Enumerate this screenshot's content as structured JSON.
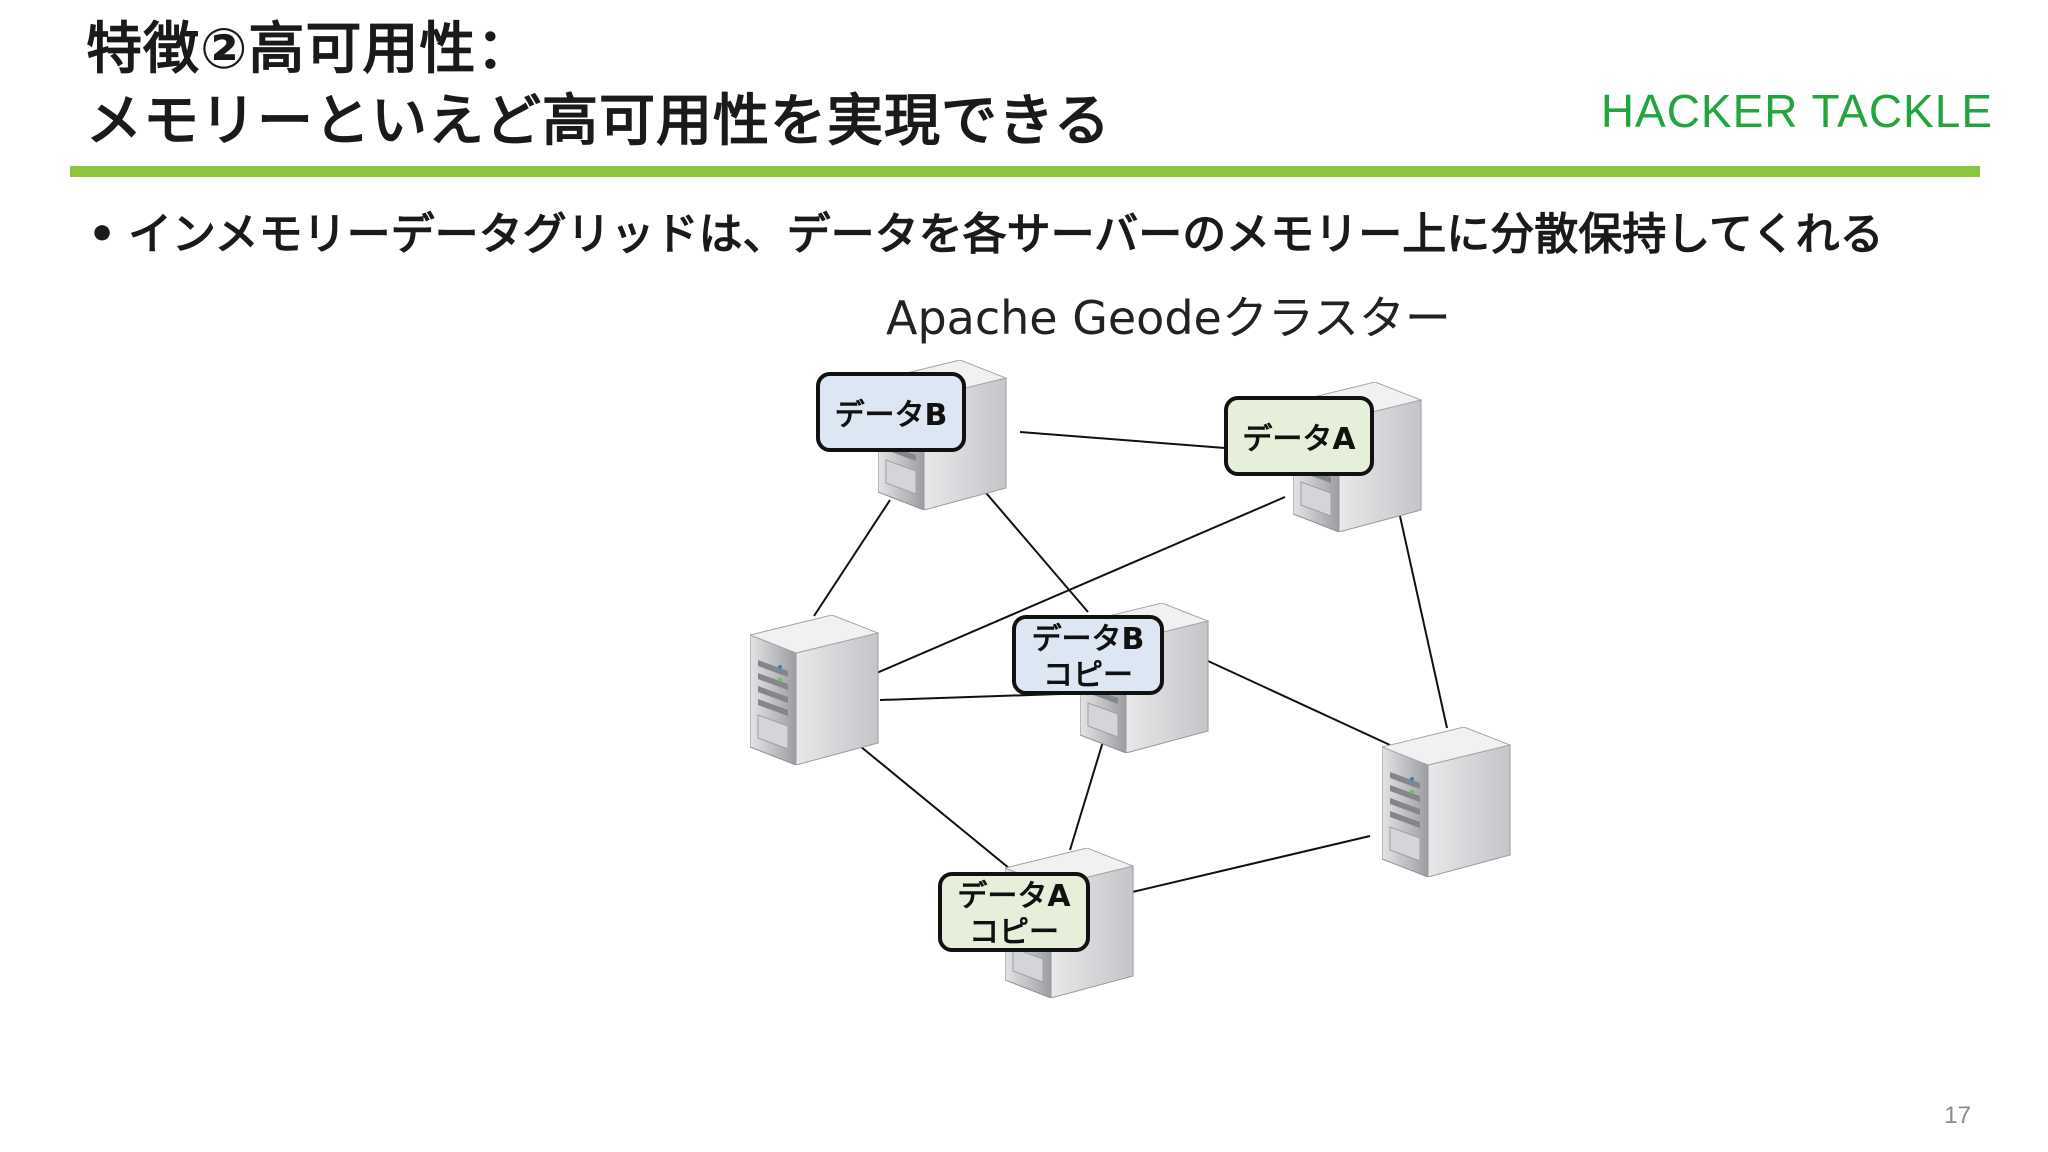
{
  "slide": {
    "title_line1": "特徴②高可用性：",
    "title_line2": "メモリーといえど高可用性を実現できる",
    "logo": "HACKER TACKLE",
    "bullet": "インメモリーデータグリッドは、データを各サーバーのメモリー上に分散保持してくれる",
    "cluster_title": "Apache Geodeクラスター",
    "page_number": "17"
  },
  "colors": {
    "accent_green": "#8cc63f",
    "logo_green": "#21a53c",
    "label_blue_fill": "#dde7f3",
    "label_green_fill": "#e5efd9"
  },
  "labels": {
    "dataB": [
      "データB"
    ],
    "dataA": [
      "データA"
    ],
    "dataBCopy": [
      "データB",
      "コピー"
    ],
    "dataACopy": [
      "データA",
      "コピー"
    ]
  }
}
